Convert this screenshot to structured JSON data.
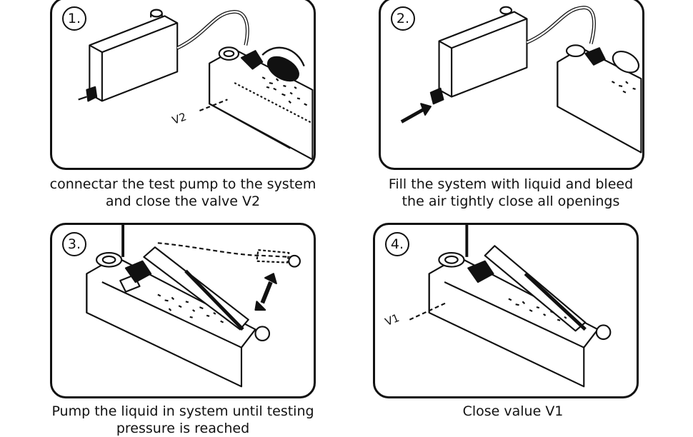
{
  "steps": [
    {
      "number": "1.",
      "caption": [
        "connectar the test pump to the system",
        "and close the valve V2"
      ],
      "valve_label": "V2"
    },
    {
      "number": "2.",
      "caption": [
        "Fill the system with liquid and bleed",
        "the air tightly close all openings"
      ]
    },
    {
      "number": "3.",
      "caption": [
        "Pump the liquid in system until testing",
        "pressure is reached"
      ]
    },
    {
      "number": "4.",
      "caption": [
        "Close value V1"
      ],
      "valve_label": "V1"
    }
  ],
  "colors": {
    "ink": "#111111",
    "background": "#ffffff"
  }
}
